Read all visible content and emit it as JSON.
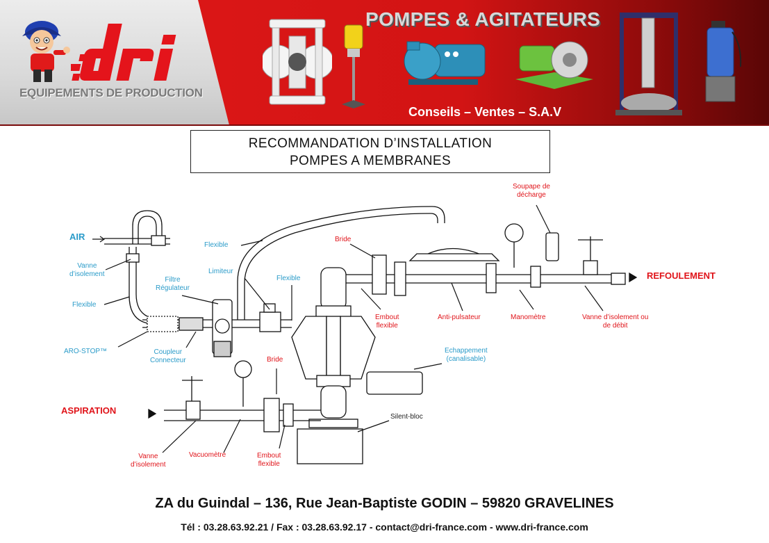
{
  "banner": {
    "logo_text": "dRi",
    "company_subtitle": "EQUIPEMENTS DE PRODUCTION",
    "title": "POMPES & AGITATEURS",
    "subtitle": "Conseils – Ventes – S.A.V",
    "colors": {
      "red": "#e11818",
      "dark_red": "#5a0606",
      "logo_red": "#e4141b"
    }
  },
  "document_title": {
    "line1": "RECOMMANDATION D’INSTALLATION",
    "line2": "POMPES A MEMBRANES"
  },
  "diagram": {
    "labels": {
      "air": "AIR",
      "aspiration": "ASPIRATION",
      "refoulement": "REFOULEMENT",
      "vanne_isolement_air_1": "Vanne",
      "vanne_isolement_air_2": "d’isolement",
      "flexible_air": "Flexible",
      "aro_stop": "ARO-STOP™",
      "filtre_1": "Filtre",
      "filtre_2": "Régulateur",
      "coupleur_1": "Coupleur",
      "coupleur_2": "Connecteur",
      "limiteur": "Limiteur",
      "flexible_top": "Flexible",
      "flexible_mid": "Flexible",
      "bride_top": "Bride",
      "embout_top_1": "Embout",
      "embout_top_2": "flexible",
      "anti_pulsateur": "Anti-pulsateur",
      "soupape_1": "Soupape de",
      "soupape_2": "décharge",
      "manometre": "Manomètre",
      "vanne_debit_1": "Vanne d’isolement ou",
      "vanne_debit_2": "de débit",
      "echappement_1": "Echappement",
      "echappement_2": "(canalisable)",
      "silent_bloc": "Silent-bloc",
      "bride_bottom": "Bride",
      "embout_bottom_1": "Embout",
      "embout_bottom_2": "flexible",
      "vacuometre": "Vacuomètre",
      "vanne_asp_1": "Vanne",
      "vanne_asp_2": "d’isolement"
    },
    "colors": {
      "blue_label": "#2a9bc9",
      "red_label": "#e0141a"
    }
  },
  "footer": {
    "address": "ZA du Guindal – 136, Rue Jean-Baptiste GODIN – 59820 GRAVELINES",
    "contact": "Tél : 03.28.63.92.21 / Fax : 03.28.63.92.17 - contact@dri-france.com - www.dri-france.com"
  }
}
